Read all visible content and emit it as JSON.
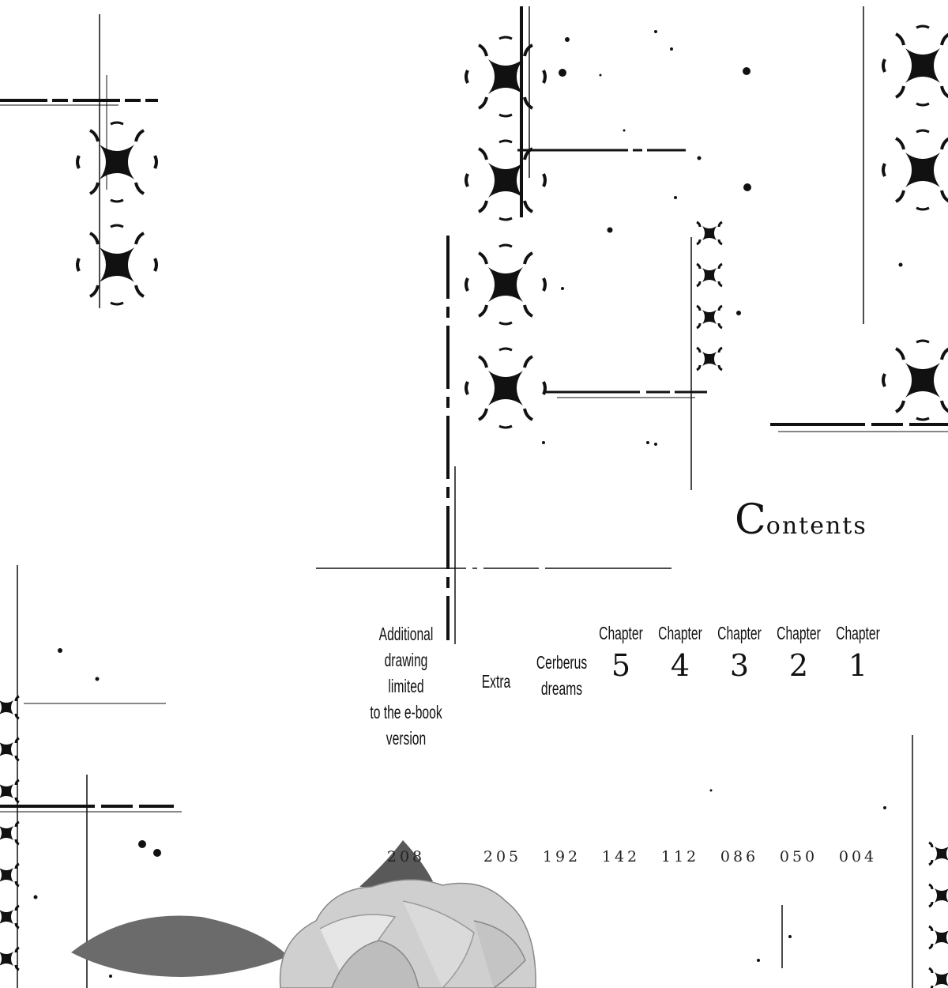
{
  "contents": {
    "title_first": "C",
    "title_rest": "ontents"
  },
  "entries": [
    {
      "label": "Chapter",
      "num": "1",
      "page": "004"
    },
    {
      "label": "Chapter",
      "num": "2",
      "page": "050"
    },
    {
      "label": "Chapter",
      "num": "3",
      "page": "086"
    },
    {
      "label": "Chapter",
      "num": "4",
      "page": "112"
    },
    {
      "label": "Chapter",
      "num": "5",
      "page": "142"
    },
    {
      "label": "Cerberus\ndreams",
      "num": "",
      "page": "192"
    },
    {
      "label": "Extra",
      "num": "",
      "page": "205"
    },
    {
      "label": "Additional\ndrawing limited\nto the e-book\nversion",
      "num": "",
      "page": "208"
    }
  ]
}
